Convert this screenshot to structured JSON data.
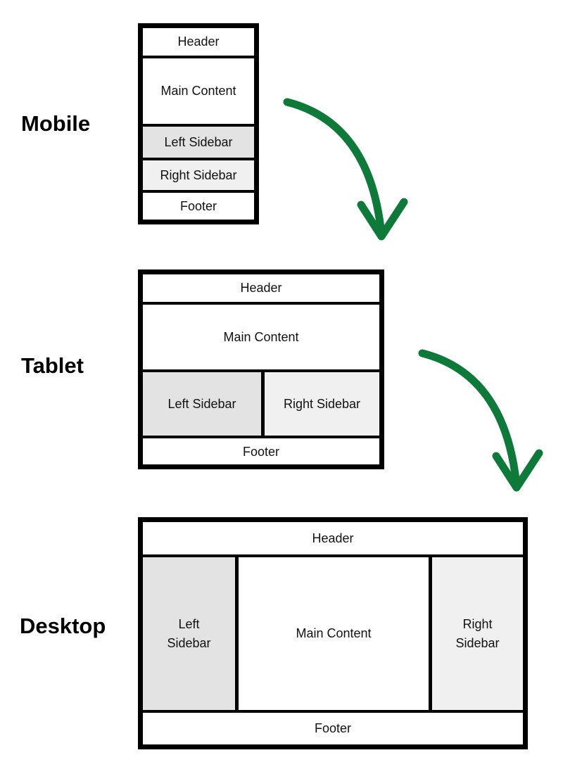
{
  "diagram": {
    "devices": [
      {
        "label": "Mobile"
      },
      {
        "label": "Tablet"
      },
      {
        "label": "Desktop"
      }
    ],
    "sections": {
      "header": "Header",
      "main": "Main Content",
      "left_sidebar": "Left Sidebar",
      "right_sidebar": "Right Sidebar",
      "footer": "Footer"
    },
    "icons": {
      "arrow_mobile_to_tablet": "curved-arrow-down-right",
      "arrow_tablet_to_desktop": "curved-arrow-down-right"
    },
    "colors": {
      "frame": "#000000",
      "section_bg": "#ffffff",
      "left_sidebar_bg": "#e3e3e3",
      "right_sidebar_bg": "#f0f0f0",
      "arrow": "#0e7a3a",
      "text": "#111111"
    }
  }
}
